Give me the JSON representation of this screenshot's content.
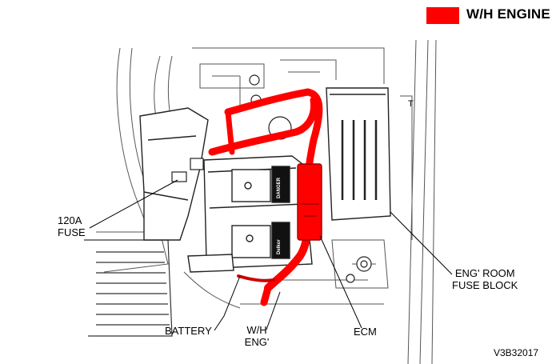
{
  "legend": {
    "label": "W/H ENGINE",
    "color": "#ff0000"
  },
  "callouts": {
    "fuse": [
      "120A",
      "FUSE"
    ],
    "battery": "BATTERY",
    "wh_eng": [
      "W/H",
      "ENG'"
    ],
    "ecm": "ECM",
    "fuse_block": [
      "ENG' ROOM",
      "FUSE BLOCK"
    ]
  },
  "battery_text": {
    "brand": "Delkor",
    "warning": "DANGER",
    "t_mark": "T"
  },
  "figure_code": "V3B32017"
}
